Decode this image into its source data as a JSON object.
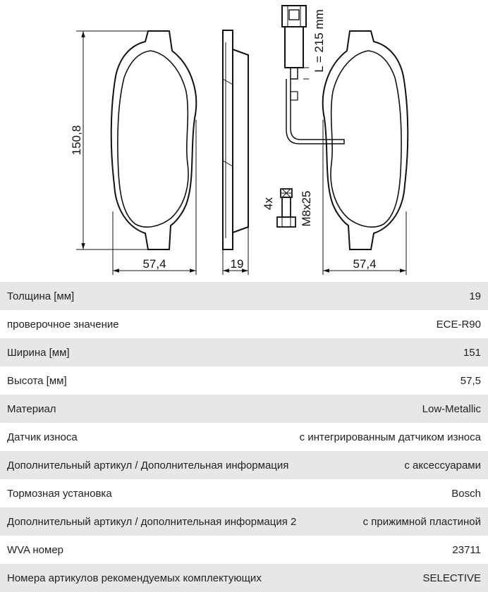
{
  "drawing": {
    "height_dim": "150,8",
    "width_dim_left": "57,4",
    "thickness_dim": "19",
    "width_dim_right": "57,4",
    "cable_length": "L = 215 mm",
    "bolt_count": "4x",
    "bolt_size": "M8x25"
  },
  "specs": [
    {
      "label": "Толщина [мм]",
      "value": "19"
    },
    {
      "label": "проверочное значение",
      "value": "ECE-R90"
    },
    {
      "label": "Ширина [мм]",
      "value": "151"
    },
    {
      "label": "Высота [мм]",
      "value": "57,5"
    },
    {
      "label": "Материал",
      "value": "Low-Metallic"
    },
    {
      "label": "Датчик износа",
      "value": "с интегрированным датчиком износа"
    },
    {
      "label": "Дополнительный артикул / Дополнительная информация",
      "value": "с аксессуарами"
    },
    {
      "label": "Тормозная установка",
      "value": "Bosch"
    },
    {
      "label": "Дополнительный артикул / дополнительная информация 2",
      "value": "с прижимной пластиной"
    },
    {
      "label": "WVA номер",
      "value": "23711"
    },
    {
      "label": "Номера артикулов рекомендуемых комплектующих",
      "value": "SELECTIVE"
    }
  ]
}
